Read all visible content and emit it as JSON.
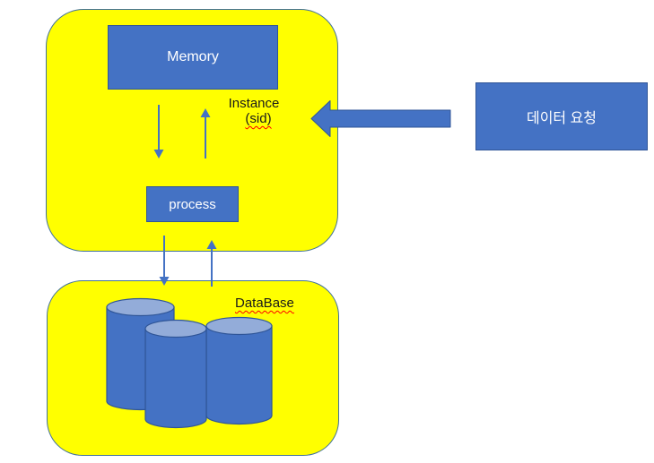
{
  "diagram": {
    "instance_group": {
      "memory_label": "Memory",
      "process_label": "process",
      "caption_line1": "Instance",
      "caption_line2": "(sid)"
    },
    "database_group": {
      "caption": "DataBase",
      "cylinder_count": 3
    },
    "request_box": {
      "label": "데이터 요청"
    },
    "arrows": {
      "memory_process": "bidirectional vertical arrows between Memory and process",
      "process_database": "bidirectional vertical arrows between process and DataBase",
      "request_to_instance": "large left-pointing block arrow from request box into instance container"
    }
  },
  "colors": {
    "yellow": "#FFFF00",
    "box_blue": "#4472C4",
    "box_border": "#2F5597",
    "outline_blue": "#41719C",
    "arrow_blue": "#4472C4",
    "cylinder_top": "#93ACD9",
    "text_dark": "#1a1a1a",
    "text_light": "#ffffff",
    "squiggle": "#FF0000"
  }
}
